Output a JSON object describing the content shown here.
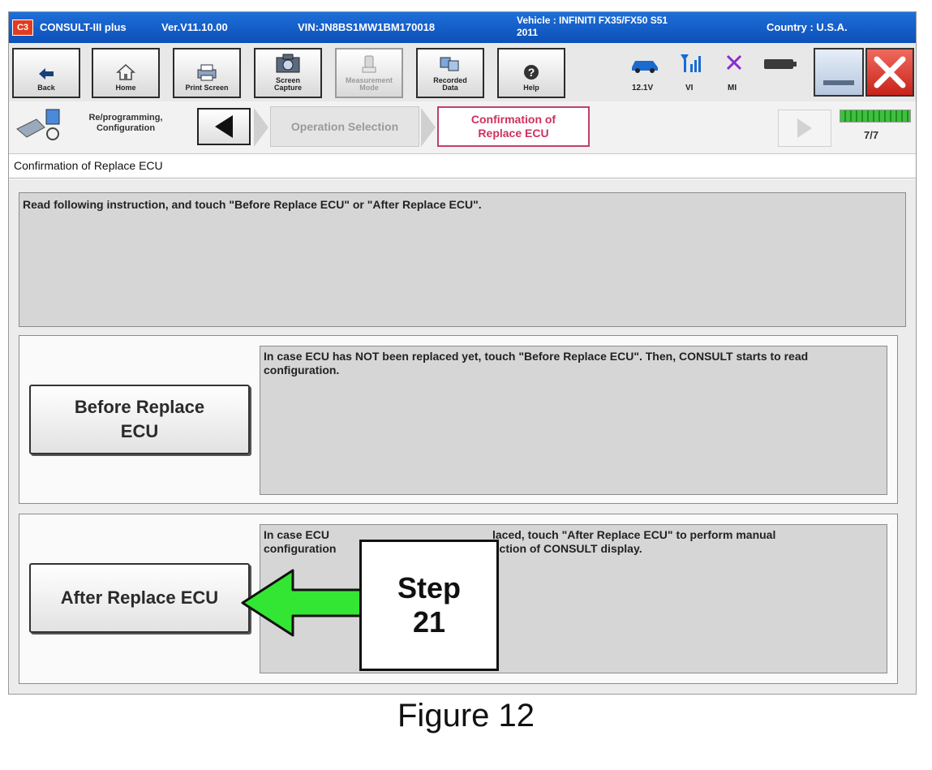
{
  "title_bar": {
    "app_name": "CONSULT-III plus",
    "version": "Ver.V11.10.00",
    "vin": "VIN:JN8BS1MW1BM170018",
    "vehicle_line1": "Vehicle : INFINITI FX35/FX50 S51",
    "vehicle_line2": "2011",
    "country": "Country : U.S.A.",
    "logo_text": "C3"
  },
  "toolbar": {
    "back": "Back",
    "home": "Home",
    "print_screen": "Print Screen",
    "screen_capture_1": "Screen",
    "screen_capture_2": "Capture",
    "measurement_1": "Measurement",
    "measurement_2": "Mode",
    "recorded_1": "Recorded",
    "recorded_2": "Data",
    "help": "Help",
    "battery_voltage": "12.1V",
    "vi_label": "VI",
    "mi_label": "MI"
  },
  "navbar": {
    "section_line1": "Re/programming,",
    "section_line2": "Configuration",
    "operation_selection": "Operation Selection",
    "current_step_line1": "Confirmation of",
    "current_step_line2": "Replace ECU",
    "page_counter": "7/7",
    "progress_fraction": 1.0
  },
  "page": {
    "heading": "Confirmation of Replace ECU",
    "instruction": "Read following instruction, and touch \"Before Replace ECU\" or \"After Replace ECU\"."
  },
  "before_panel": {
    "button_line1": "Before Replace",
    "button_line2": "ECU",
    "description": "In case ECU has NOT been replaced yet, touch \"Before Replace ECU\". Then, CONSULT starts to read configuration."
  },
  "after_panel": {
    "button_label": "After Replace ECU",
    "description_left1": "In case ECU",
    "description_right1": "laced, touch \"After Replace ECU\" to perform manual",
    "description_left2": "configuration",
    "description_right2": "uction of CONSULT display."
  },
  "callout": {
    "line1": "Step",
    "line2": "21"
  },
  "caption": "Figure 12",
  "colors": {
    "title_bar": "#1565d8",
    "current_step_border": "#c0406a",
    "current_step_text": "#d0305e",
    "progress": "#3fbf3f",
    "arrow": "#33e633",
    "close_red": "#e0302a"
  }
}
